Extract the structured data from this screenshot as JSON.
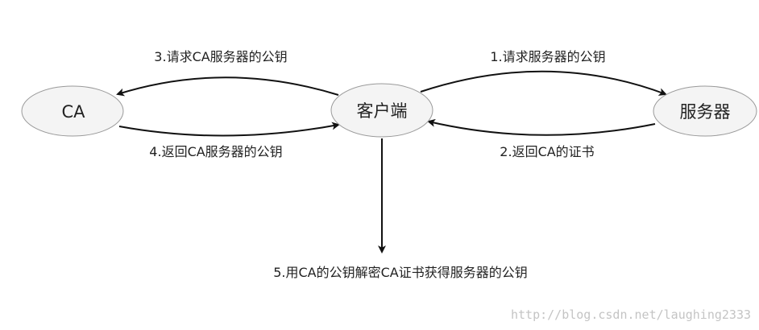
{
  "nodes": {
    "ca": {
      "label": "CA"
    },
    "client": {
      "label": "客户端"
    },
    "server": {
      "label": "服务器"
    }
  },
  "edges": {
    "step1": {
      "label": "1.请求服务器的公钥"
    },
    "step2": {
      "label": "2.返回CA的证书"
    },
    "step3": {
      "label": "3.请求CA服务器的公钥"
    },
    "step4": {
      "label": "4.返回CA服务器的公钥"
    },
    "step5": {
      "label": "5.用CA的公钥解密CA证书获得服务器的公钥"
    }
  },
  "watermark": {
    "text": "http://blog.csdn.net/laughing2333"
  }
}
